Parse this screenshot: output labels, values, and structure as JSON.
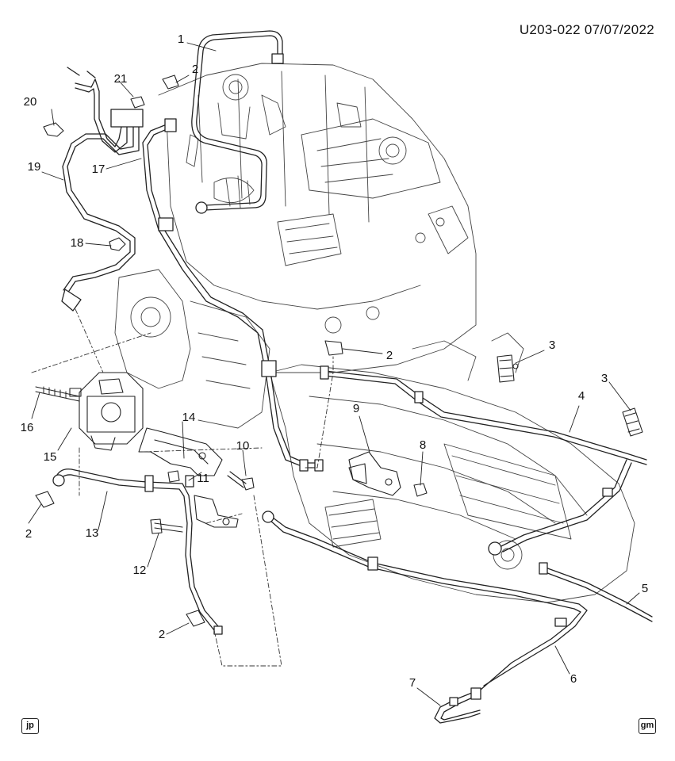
{
  "header": {
    "code": "U203-022 07/07/2022"
  },
  "badges": {
    "left": "jp",
    "right": "gm"
  },
  "callouts": [
    {
      "id": "c1",
      "label": "1"
    },
    {
      "id": "c2a",
      "label": "2"
    },
    {
      "id": "c2b",
      "label": "2"
    },
    {
      "id": "c2c",
      "label": "2"
    },
    {
      "id": "c2d",
      "label": "2"
    },
    {
      "id": "c3a",
      "label": "3"
    },
    {
      "id": "c3b",
      "label": "3"
    },
    {
      "id": "c4",
      "label": "4"
    },
    {
      "id": "c5",
      "label": "5"
    },
    {
      "id": "c6",
      "label": "6"
    },
    {
      "id": "c7",
      "label": "7"
    },
    {
      "id": "c8",
      "label": "8"
    },
    {
      "id": "c9",
      "label": "9"
    },
    {
      "id": "c10",
      "label": "10"
    },
    {
      "id": "c11",
      "label": "11"
    },
    {
      "id": "c12",
      "label": "12"
    },
    {
      "id": "c13",
      "label": "13"
    },
    {
      "id": "c14",
      "label": "14"
    },
    {
      "id": "c15",
      "label": "15"
    },
    {
      "id": "c16",
      "label": "16"
    },
    {
      "id": "c17",
      "label": "17"
    },
    {
      "id": "c18",
      "label": "18"
    },
    {
      "id": "c19",
      "label": "19"
    },
    {
      "id": "c20",
      "label": "20"
    },
    {
      "id": "c21",
      "label": "21"
    }
  ]
}
